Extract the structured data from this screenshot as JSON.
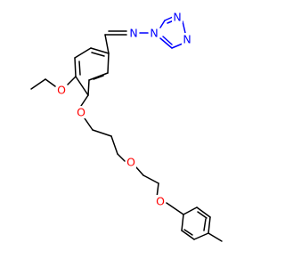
{
  "molecule": {
    "atom_labels": [
      {
        "id": "n-imine",
        "text": "N",
        "color": "#0000ff"
      },
      {
        "id": "n-ring-1",
        "text": "N",
        "color": "#0000ff"
      },
      {
        "id": "n-ring-3",
        "text": "N",
        "color": "#0000ff"
      },
      {
        "id": "n-ring-4",
        "text": "N",
        "color": "#0000ff"
      },
      {
        "id": "o-ethoxy",
        "text": "O",
        "color": "#ff0000"
      },
      {
        "id": "o-ether-1",
        "text": "O",
        "color": "#ff0000"
      },
      {
        "id": "o-ether-2",
        "text": "O",
        "color": "#ff0000"
      },
      {
        "id": "o-ether-3",
        "text": "O",
        "color": "#ff0000"
      }
    ],
    "colors": {
      "carbon_bond": "#000000",
      "nitrogen": "#0000ff",
      "oxygen": "#ff0000",
      "background": "#ffffff"
    }
  }
}
